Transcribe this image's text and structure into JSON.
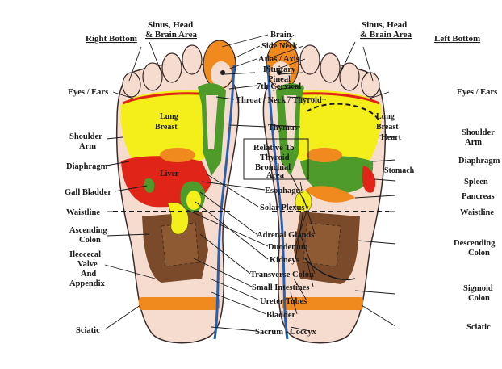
{
  "headers": {
    "right_bottom": "Right Bottom",
    "left_bottom": "Left Bottom",
    "sinus_left_1": "Sinus, Head",
    "sinus_left_2": "& Brain Area",
    "sinus_right_1": "Sinus, Head",
    "sinus_right_2": "& Brain Area"
  },
  "left_labels": {
    "eyes_ears": "Eyes / Ears",
    "shoulder_1": "Shoulder",
    "shoulder_2": "Arm",
    "diaphragm": "Diaphragm",
    "gall_bladder": "Gall Bladder",
    "waistline": "Waistline",
    "ascending_1": "Ascending",
    "ascending_2": "Colon",
    "ileocecal_1": "Ileocecal",
    "ileocecal_2": "Valve",
    "ileocecal_3": "And",
    "ileocecal_4": "Appendix",
    "sciatic": "Sciatic"
  },
  "right_labels": {
    "eyes_ears": "Eyes / Ears",
    "shoulder_1": "Shoulder",
    "shoulder_2": "Arm",
    "diaphragm": "Diaphragm",
    "spleen": "Spleen",
    "pancreas": "Pancreas",
    "waistline": "Waistline",
    "descending_1": "Descending",
    "descending_2": "Colon",
    "sigmoid_1": "Sigmoid",
    "sigmoid_2": "Colon",
    "sciatic": "Sciatic"
  },
  "center_labels": {
    "brain": "Brain",
    "side_neck": "Side Neck",
    "atlas_axis": "Atlas / Axis",
    "pituitary": "Pituitary",
    "pineal": "Pineal",
    "seventh_cervical": "7th Cervical",
    "throat": "Throat / Neck / Thyroid",
    "thymus": "Thymus",
    "relative_1": "Relative To",
    "relative_2": "Thyroid",
    "relative_3": "Bronchial",
    "relative_4": "Area",
    "esophagus": "Esophagus",
    "solar_plexus": "Solar Plexus",
    "adrenal": "Adrenal Glands",
    "duodenum": "Duodenum",
    "kidneys": "Kidneys",
    "transverse": "Transverse Colon",
    "small_intestines": "Small Intestines",
    "ureter": "Ureter Tubes",
    "bladder": "Bladder",
    "sacrum": "Sacrum / Coccyx"
  },
  "foot_labels": {
    "lung_left": "Lung",
    "breast_left": "Breast",
    "liver": "Liver",
    "lung_right": "Lung",
    "breast_right": "Breast",
    "heart": "Heart",
    "stomach": "Stomach"
  },
  "colors": {
    "skin": "#f6dccf",
    "yellow": "#f4ee1a",
    "green": "#4e9a2a",
    "red": "#e02418",
    "orange": "#f08a1e",
    "brown": "#7a4a2a",
    "blue": "#2a5fb0"
  }
}
